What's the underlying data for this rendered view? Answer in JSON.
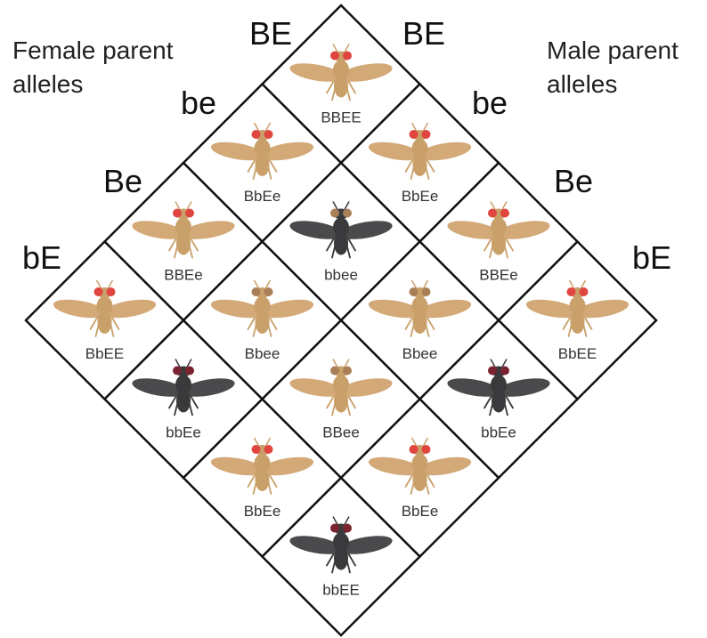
{
  "captions": {
    "female": [
      "Female parent",
      "alleles"
    ],
    "male": [
      "Male parent",
      "alleles"
    ]
  },
  "female_alleles": [
    "BE",
    "be",
    "Be",
    "bE"
  ],
  "male_alleles": [
    "BE",
    "be",
    "Be",
    "bE"
  ],
  "colors": {
    "wild_body": "#c9a06a",
    "wild_wing": "#d3a978",
    "black_body": "#3a3a3c",
    "black_wing": "#4a4a4d",
    "red_eye": "#e0463f",
    "brown_eye": "#a97f57",
    "dark_red_eye": "#7a2230"
  },
  "grid": [
    [
      {
        "genotype": "BBEE",
        "body": "wild",
        "eye": "red"
      },
      {
        "genotype": "BbEe",
        "body": "wild",
        "eye": "red"
      },
      {
        "genotype": "BBEe",
        "body": "wild",
        "eye": "red"
      },
      {
        "genotype": "BbEE",
        "body": "wild",
        "eye": "red"
      }
    ],
    [
      {
        "genotype": "BbEe",
        "body": "wild",
        "eye": "red"
      },
      {
        "genotype": "bbee",
        "body": "black",
        "eye": "brown"
      },
      {
        "genotype": "Bbee",
        "body": "wild",
        "eye": "brown"
      },
      {
        "genotype": "bbEe",
        "body": "black",
        "eye": "dark-red"
      }
    ],
    [
      {
        "genotype": "BBEe",
        "body": "wild",
        "eye": "red"
      },
      {
        "genotype": "Bbee",
        "body": "wild",
        "eye": "brown"
      },
      {
        "genotype": "BBee",
        "body": "wild",
        "eye": "brown"
      },
      {
        "genotype": "BbEe",
        "body": "wild",
        "eye": "red"
      }
    ],
    [
      {
        "genotype": "BbEE",
        "body": "wild",
        "eye": "red"
      },
      {
        "genotype": "bbEe",
        "body": "black",
        "eye": "dark-red"
      },
      {
        "genotype": "BbEe",
        "body": "wild",
        "eye": "red"
      },
      {
        "genotype": "bbEE",
        "body": "black",
        "eye": "dark-red"
      }
    ]
  ]
}
